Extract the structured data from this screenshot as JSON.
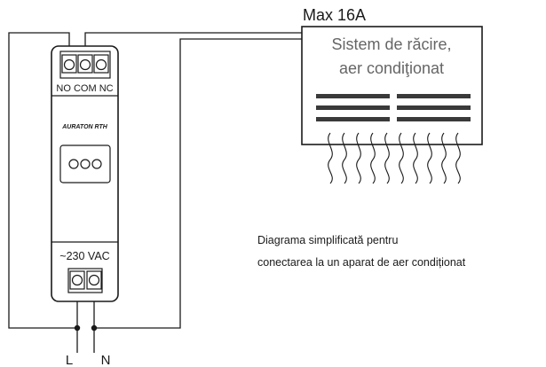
{
  "relay": {
    "terminals_top": [
      "NO",
      "COM",
      "NC"
    ],
    "brand": "AURATON RTH",
    "supply_label": "~230 VAC"
  },
  "ac_unit": {
    "max_current": "Max 16A",
    "name_line1": "Sistem de răcire,",
    "name_line2": "aer condiţionat"
  },
  "mains": {
    "line_label": "L",
    "neutral_label": "N"
  },
  "caption": {
    "line1": "Diagrama simplificată pentru",
    "line2": "conectarea la un aparat de aer condiționat"
  }
}
